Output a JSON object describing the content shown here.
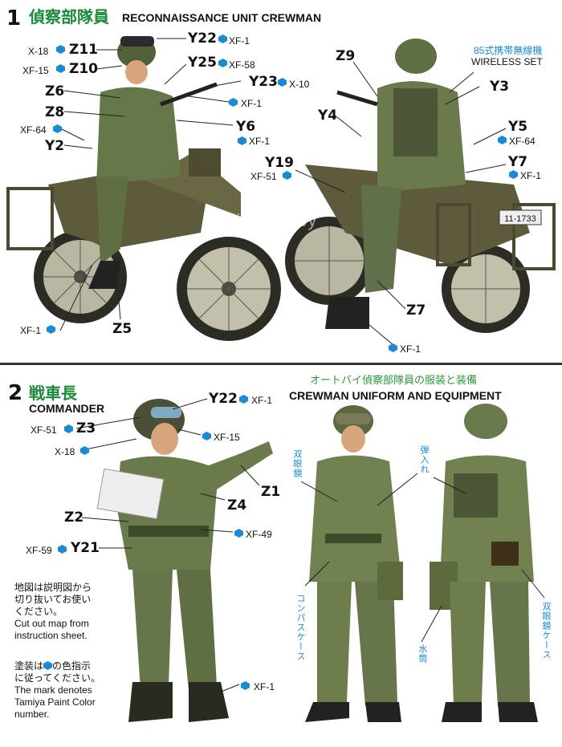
{
  "section1": {
    "number": "1",
    "title_jp": "偵察部隊員",
    "title_en": "RECONNAISSANCE UNIT CREWMAN",
    "radio_jp": "85式携帯無線機",
    "radio_en": "WIRELESS SET",
    "parts": [
      {
        "id": "Y22",
        "paint": "XF-1"
      },
      {
        "id": "Z11",
        "paint": "X-18"
      },
      {
        "id": "Z10",
        "paint": "XF-15"
      },
      {
        "id": "Y25",
        "paint": "XF-58"
      },
      {
        "id": "Y23",
        "paint": "X-10"
      },
      {
        "id": "Z6",
        "paint": ""
      },
      {
        "id": "Z8",
        "paint": ""
      },
      {
        "id": "Y6",
        "paint": "XF-1"
      },
      {
        "id": "Y2",
        "paint": ""
      },
      {
        "id": "Z5",
        "paint": ""
      },
      {
        "id": "Z9",
        "paint": ""
      },
      {
        "id": "Y3",
        "paint": ""
      },
      {
        "id": "Y4",
        "paint": ""
      },
      {
        "id": "Y5",
        "paint": "XF-64"
      },
      {
        "id": "Y7",
        "paint": "XF-1"
      },
      {
        "id": "Y19",
        "paint": "XF-51"
      },
      {
        "id": "Z7",
        "paint": ""
      }
    ],
    "loose_codes": {
      "xf64_left": "XF-64",
      "xf1_bottom_left": "XF-1",
      "xf1_bottom_right": "XF-1",
      "xf1_y25": "XF-1"
    },
    "plate": "11-1733"
  },
  "section2": {
    "number": "2",
    "title_jp": "戦車長",
    "title_en": "COMMANDER",
    "uniform_jp": "オートバイ偵察部隊員の服装と装備",
    "uniform_en": "CREWMAN UNIFORM AND EQUIPMENT",
    "parts": [
      {
        "id": "Y22",
        "paint": "XF-1"
      },
      {
        "id": "Z3",
        "paint": "XF-51"
      },
      {
        "id": "Z1",
        "paint": ""
      },
      {
        "id": "Z4",
        "paint": ""
      },
      {
        "id": "Z2",
        "paint": ""
      },
      {
        "id": "Y21",
        "paint": "XF-59"
      }
    ],
    "loose_codes": {
      "xf15": "XF-15",
      "x18": "X-18",
      "xf49": "XF-49",
      "xf1_bottom": "XF-1"
    },
    "equipment_labels": {
      "binoculars": "双眼鏡",
      "ammo_pouch": "弾入れ",
      "compass_case": "コンパスケース",
      "canteen": "水筒",
      "binocular_case": "双眼鏡ケース"
    },
    "note_jp_1": "地図は説明図から",
    "note_jp_2": "切り抜いてお使い",
    "note_jp_3": "ください。",
    "note_en_1": "Cut out map from",
    "note_en_2": "instruction sheet.",
    "note2_jp_1a": "塗装は",
    "note2_jp_1b": "の色指示",
    "note2_jp_2": "に従ってください。",
    "note2_en_1": "The mark denotes",
    "note2_en_2": "Tamiya Paint Color",
    "note2_en_3": "number."
  },
  "watermark": "FineHobby",
  "colors": {
    "paint_dot": "#1a8ad4",
    "title_green": "#1a8a3a",
    "camo_base": "#6b7a4a",
    "camo_dark": "#3e4a2a",
    "bike": "#5a5a3a"
  }
}
